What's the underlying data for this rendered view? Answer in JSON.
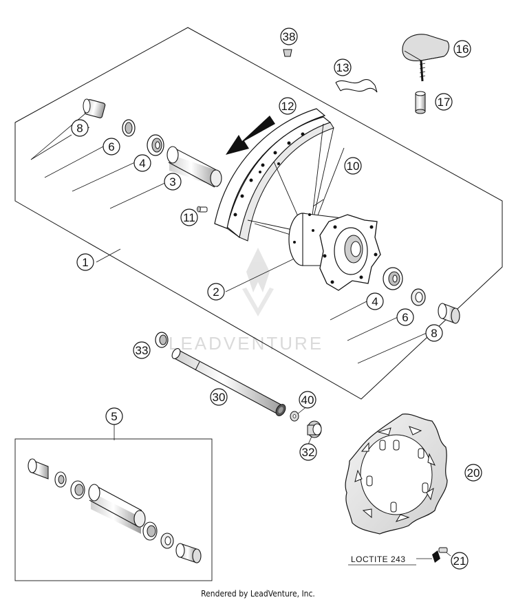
{
  "diagram": {
    "callouts": [
      "38",
      "16",
      "13",
      "17",
      "12",
      "8",
      "6",
      "4",
      "3",
      "10",
      "11",
      "1",
      "2",
      "4",
      "6",
      "8",
      "33",
      "30",
      "40",
      "32",
      "5",
      "20",
      "21"
    ],
    "loctite_label": "LOCTITE 243",
    "watermark_text": "LEADVENTURE"
  },
  "footer": {
    "credit": "Rendered by LeadVenture, Inc."
  },
  "colors": {
    "line": "#111111",
    "part_fill": "#ffffff",
    "shade": "#bdbdbd",
    "watermark": "#d7d7d7"
  }
}
